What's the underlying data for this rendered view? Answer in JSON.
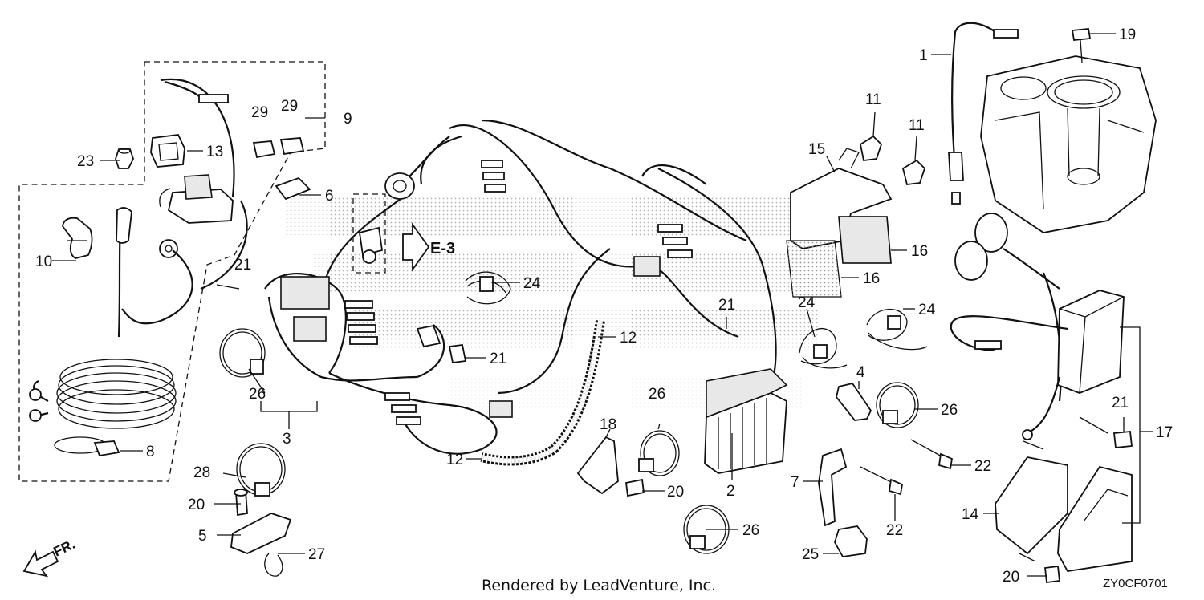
{
  "diagram": {
    "callouts": [
      {
        "id": "c1",
        "text": "1"
      },
      {
        "id": "c2",
        "text": "2"
      },
      {
        "id": "c3",
        "text": "3"
      },
      {
        "id": "c4",
        "text": "4"
      },
      {
        "id": "c5",
        "text": "5"
      },
      {
        "id": "c6",
        "text": "6"
      },
      {
        "id": "c7",
        "text": "7"
      },
      {
        "id": "c8",
        "text": "8"
      },
      {
        "id": "c9",
        "text": "9"
      },
      {
        "id": "c10",
        "text": "10"
      },
      {
        "id": "c11a",
        "text": "11"
      },
      {
        "id": "c11b",
        "text": "11"
      },
      {
        "id": "c12a",
        "text": "12"
      },
      {
        "id": "c12b",
        "text": "12"
      },
      {
        "id": "c13",
        "text": "13"
      },
      {
        "id": "c14",
        "text": "14"
      },
      {
        "id": "c15",
        "text": "15"
      },
      {
        "id": "c16a",
        "text": "16"
      },
      {
        "id": "c16b",
        "text": "16"
      },
      {
        "id": "c17",
        "text": "17"
      },
      {
        "id": "c18",
        "text": "18"
      },
      {
        "id": "c19",
        "text": "19"
      },
      {
        "id": "c20a",
        "text": "20"
      },
      {
        "id": "c20b",
        "text": "20"
      },
      {
        "id": "c20c",
        "text": "20"
      },
      {
        "id": "c21a",
        "text": "21"
      },
      {
        "id": "c21b",
        "text": "21"
      },
      {
        "id": "c21c",
        "text": "21"
      },
      {
        "id": "c21d",
        "text": "21"
      },
      {
        "id": "c22a",
        "text": "22"
      },
      {
        "id": "c22b",
        "text": "22"
      },
      {
        "id": "c23",
        "text": "23"
      },
      {
        "id": "c24a",
        "text": "24"
      },
      {
        "id": "c24b",
        "text": "24"
      },
      {
        "id": "c24c",
        "text": "24"
      },
      {
        "id": "c25",
        "text": "25"
      },
      {
        "id": "c26a",
        "text": "26"
      },
      {
        "id": "c26b",
        "text": "26"
      },
      {
        "id": "c26c",
        "text": "26"
      },
      {
        "id": "c26d",
        "text": "26"
      },
      {
        "id": "c27",
        "text": "27"
      },
      {
        "id": "c28",
        "text": "28"
      },
      {
        "id": "c29a",
        "text": "29"
      },
      {
        "id": "c29b",
        "text": "29"
      }
    ],
    "reference": "E-3",
    "direction": "FR.",
    "diagram_code": "ZY0CF0701",
    "footer": "Rendered by LeadVenture, Inc."
  }
}
